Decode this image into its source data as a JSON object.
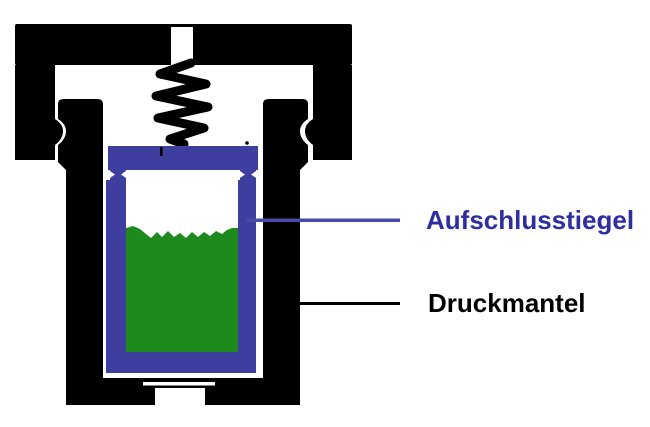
{
  "diagram": {
    "type": "schematic-cross-section",
    "labels": {
      "crucible": "Aufschlusstiegel",
      "jacket": "Druckmantel"
    },
    "colors": {
      "vessel_black": "#000000",
      "crucible_blue": "#3e3e9e",
      "sample_green": "#1e8a1e",
      "label_blue": "#2e2ea0",
      "label_black": "#000000",
      "leader_blue": "#4a4aa8",
      "background": "#ffffff"
    }
  }
}
